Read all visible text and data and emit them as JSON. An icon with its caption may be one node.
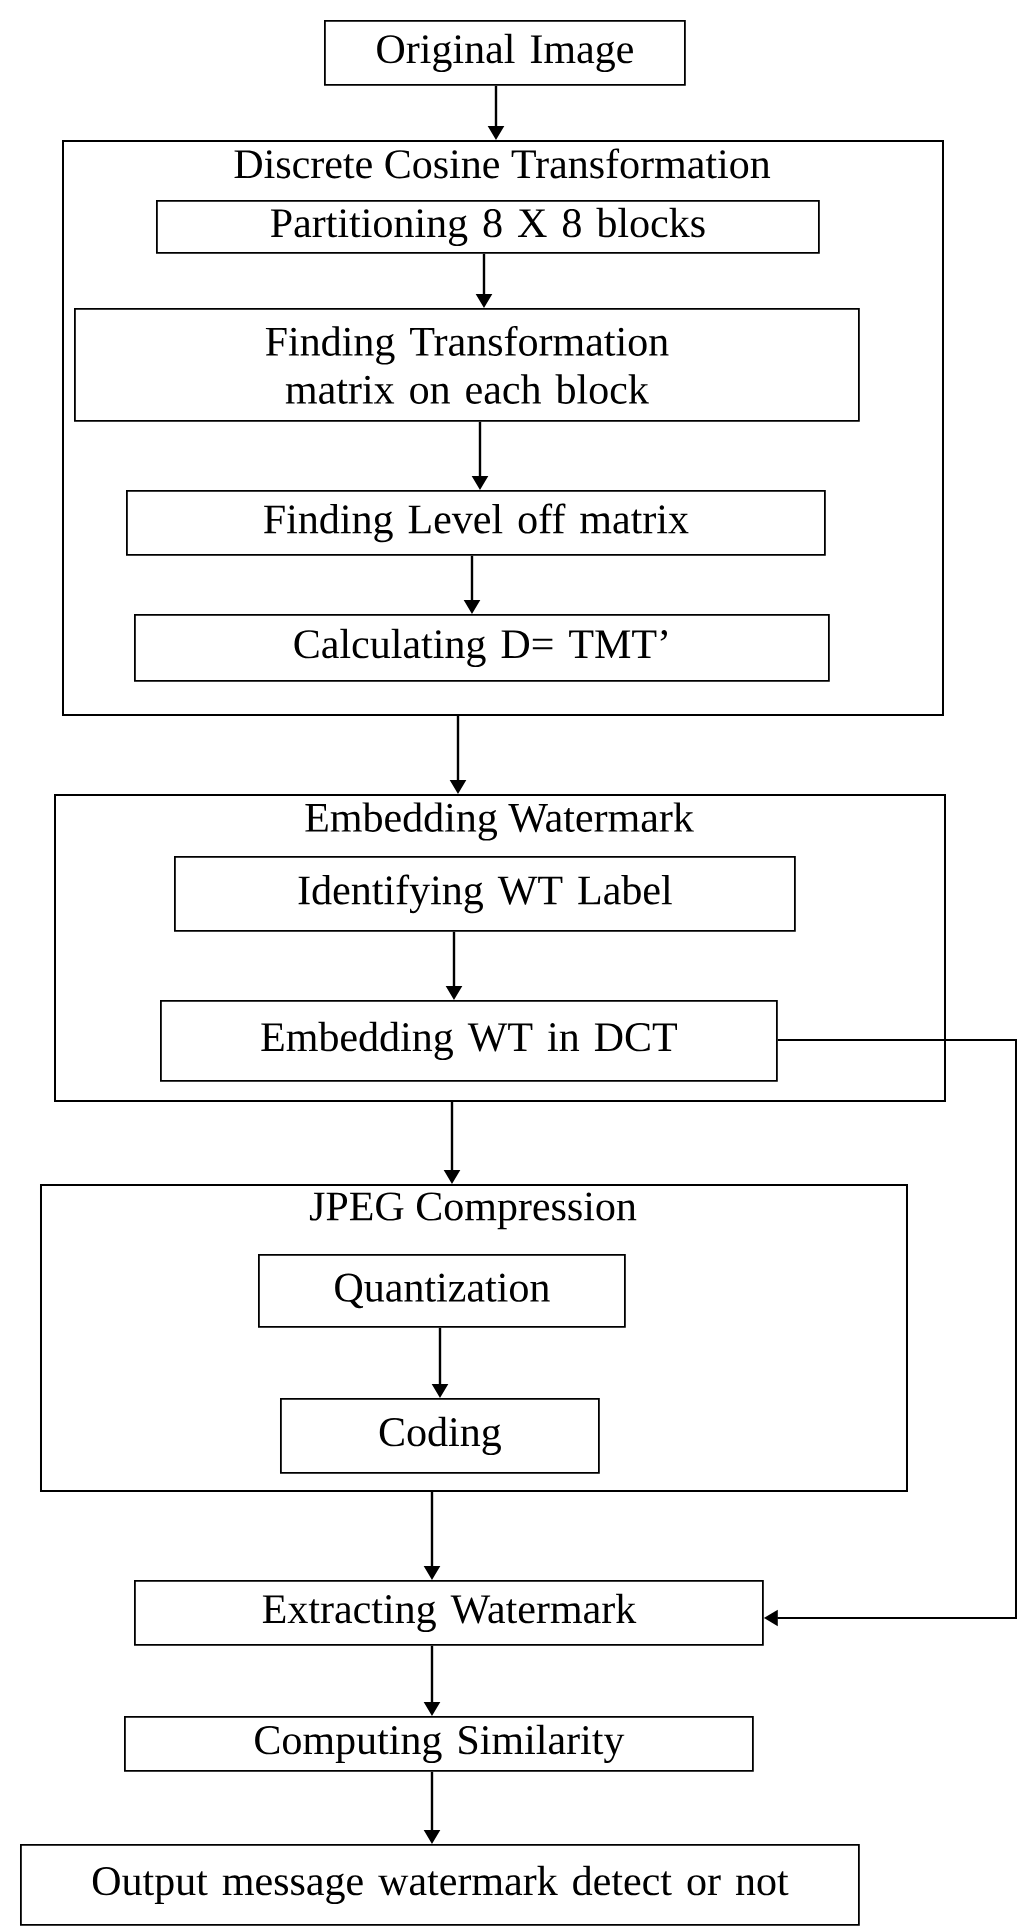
{
  "diagram": {
    "nodes": [
      {
        "text": [
          "Original Image"
        ]
      },
      {
        "text": [
          "Discrete Cosine Transformation"
        ]
      },
      {
        "text": [
          "Partitioning 8 X 8 blocks"
        ],
        "in": 1
      },
      {
        "text": [
          "Finding Transformation matrix on each block"
        ],
        "in": 1
      },
      {
        "text": [
          "Finding Level off matrix"
        ],
        "in": 1
      },
      {
        "text": [
          "Calculating D= TMT’"
        ],
        "in": 1
      },
      {
        "text": [
          "Embedding Watermark"
        ]
      },
      {
        "text": [
          "Identifying WT Label"
        ],
        "in": 6
      },
      {
        "text": [
          "Embedding WT in DCT"
        ],
        "in": 6
      },
      {
        "text": [
          "JPEG Compression"
        ]
      },
      {
        "text": [
          "Quantization"
        ],
        "in": 9
      },
      {
        "text": [
          "Coding"
        ],
        "in": 9
      },
      {
        "text": [
          "Extracting Watermark"
        ]
      },
      {
        "text": [
          "Computing Similarity"
        ]
      },
      {
        "text": [
          "Output message watermark detect or not"
        ]
      }
    ],
    "edges": [
      {
        "from": 0,
        "to": 1,
        "arrow": "to"
      },
      {
        "from": 2,
        "to": 3,
        "arrow": "to"
      },
      {
        "from": 3,
        "to": 4,
        "arrow": "to"
      },
      {
        "from": 4,
        "to": 5,
        "arrow": "to"
      },
      {
        "from": 1,
        "to": 6,
        "arrow": "to"
      },
      {
        "from": 7,
        "to": 8,
        "arrow": "to"
      },
      {
        "from": 6,
        "to": 9,
        "arrow": "to"
      },
      {
        "from": 10,
        "to": 11,
        "arrow": "to"
      },
      {
        "from": 9,
        "to": 12,
        "arrow": "to"
      },
      {
        "from": 8,
        "to": 12,
        "arrow": "to"
      },
      {
        "from": 12,
        "to": 13,
        "arrow": "to"
      },
      {
        "from": 13,
        "to": 14,
        "arrow": "to"
      }
    ]
  }
}
